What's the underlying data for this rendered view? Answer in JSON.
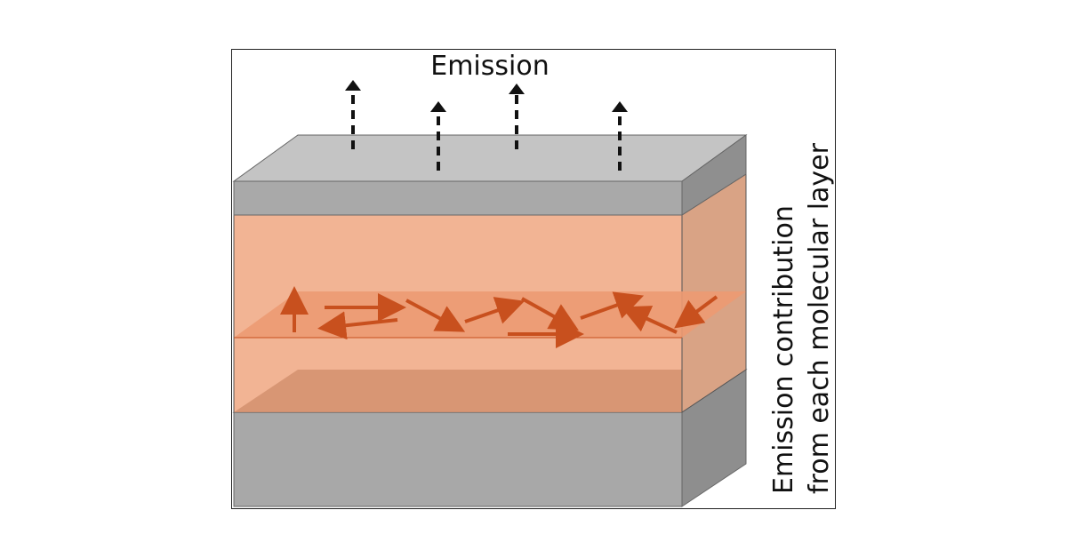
{
  "labels": {
    "top": "Emission",
    "side_line1": "Emission contribution",
    "side_line2": "from each molecular layer"
  },
  "colors": {
    "metal_top": "#c4c4c4",
    "metal_front": "#a8a8a8",
    "metal_side": "#8e8e8e",
    "organic": "#f2b494",
    "organic_dark": "#d4916f",
    "plane": "#ec9a72",
    "arrow": "#c8501e",
    "dash": "#111111"
  },
  "dipole_arrows": [
    {
      "dir": "up"
    },
    {
      "dir": "right"
    },
    {
      "dir": "left"
    },
    {
      "dir": "down-right"
    },
    {
      "dir": "up-right"
    },
    {
      "dir": "down-right"
    },
    {
      "dir": "right"
    },
    {
      "dir": "up-right"
    },
    {
      "dir": "up-left"
    },
    {
      "dir": "down-left"
    }
  ],
  "emission_arrows": [
    {
      "dir": "up"
    },
    {
      "dir": "up"
    },
    {
      "dir": "up"
    },
    {
      "dir": "up"
    }
  ]
}
